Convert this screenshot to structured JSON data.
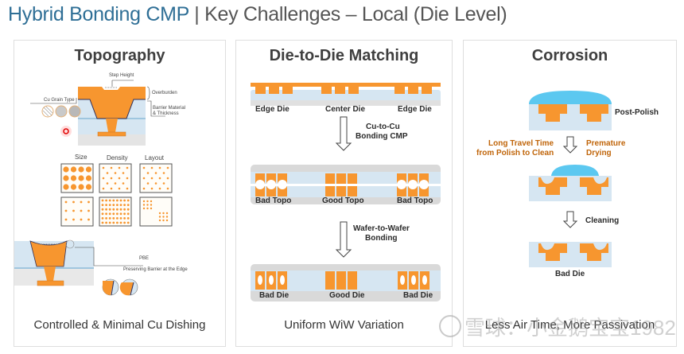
{
  "title": {
    "accent": "Hybrid Bonding CMP",
    "separator": " | ",
    "rest": "Key Challenges – Local  (Die Level)"
  },
  "colors": {
    "accent_blue": "#2f6f96",
    "copper_orange": "#f7962f",
    "dielectric_blue": "#d6e6f2",
    "slurry_cyan": "#5cc8f0",
    "label_orange": "#c0650a"
  },
  "panels": [
    {
      "title": "Topography",
      "footer": "Controlled & Minimal Cu Dishing",
      "labels": {
        "step_height": "Step Height",
        "overburden": "Overburden",
        "barrier_1": "Barrier Material",
        "barrier_2": "& Thickness",
        "cu_grain": "Cu Grain Type",
        "size": "Size",
        "density": "Density",
        "layout": "Layout",
        "pbe": "PBE",
        "pbe_desc": "Preserving Barrier at the Edge"
      }
    },
    {
      "title": "Die-to-Die Matching",
      "footer": "Uniform WiW Variation",
      "labels": {
        "edge_die_left": "Edge Die",
        "center_die": "Center Die",
        "edge_die_right": "Edge Die",
        "step1_a": "Cu-to-Cu",
        "step1_b": "Bonding CMP",
        "bad_topo_left": "Bad Topo",
        "good_topo": "Good Topo",
        "bad_topo_right": "Bad Topo",
        "step2_a": "Wafer-to-Wafer",
        "step2_b": "Bonding",
        "bad_die_left": "Bad Die",
        "good_die": "Good Die",
        "bad_die_right": "Bad Die"
      }
    },
    {
      "title": "Corrosion",
      "footer": "Less Air Time, More Passivation",
      "labels": {
        "post_polish": "Post-Polish",
        "long_travel_1": "Long Travel Time",
        "long_travel_2": "from Polish to Clean",
        "premature_1": "Premature",
        "premature_2": "Drying",
        "cleaning": "Cleaning",
        "bad_die": "Bad Die"
      }
    }
  ],
  "watermark": "雪球：小金鹅宝宝1982"
}
